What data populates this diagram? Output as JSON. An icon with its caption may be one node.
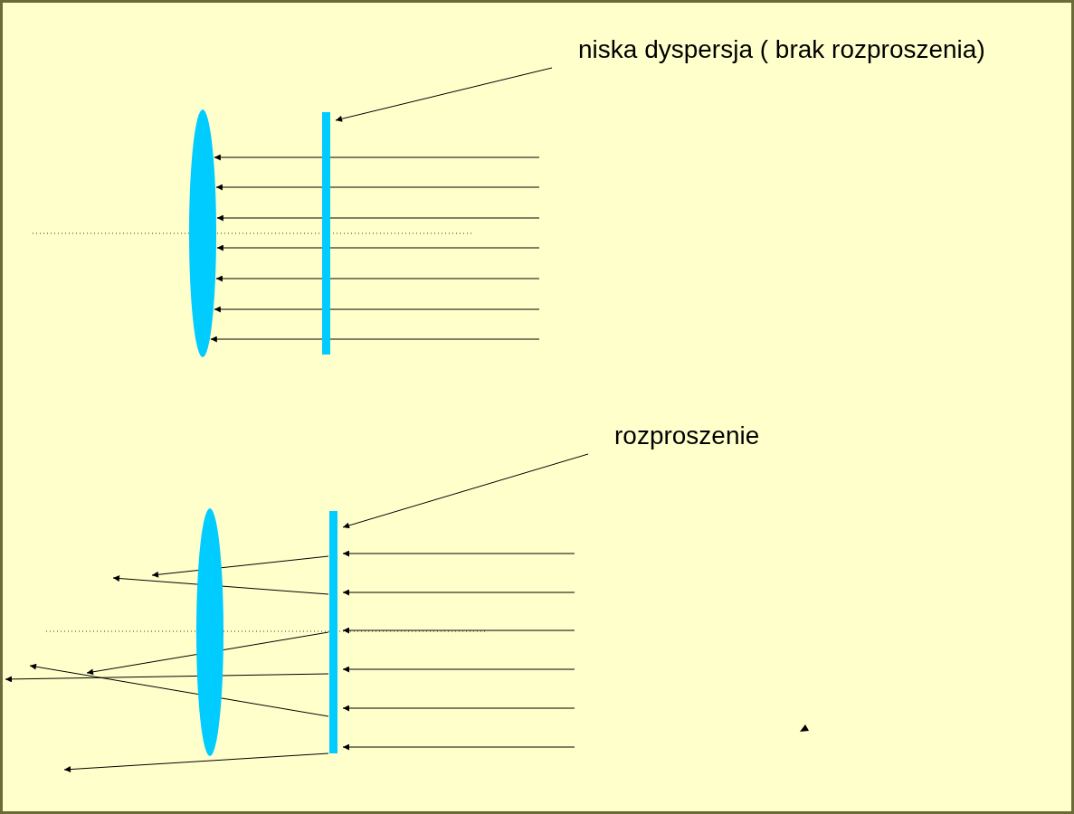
{
  "diagram": {
    "nodes": [
      {
        "text": [
          "niska dyspersja ( brak rozproszenia)"
        ]
      },
      {
        "text": [],
        "shape": "lens"
      },
      {
        "text": [],
        "shape": "bar"
      },
      {
        "text": [
          "rozproszenie"
        ]
      },
      {
        "text": [],
        "shape": "lens"
      },
      {
        "text": [],
        "shape": "bar"
      }
    ],
    "edges": [
      {
        "from": 0,
        "to": 2,
        "arrow": "to"
      },
      {
        "from": null,
        "to": 1,
        "arrow": "to"
      },
      {
        "from": null,
        "to": 1,
        "arrow": "to"
      },
      {
        "from": null,
        "to": 1,
        "arrow": "to"
      },
      {
        "from": null,
        "to": 1,
        "arrow": "to"
      },
      {
        "from": null,
        "to": 1,
        "arrow": "to"
      },
      {
        "from": null,
        "to": 1,
        "arrow": "to"
      },
      {
        "from": null,
        "to": 1,
        "arrow": "to"
      },
      {
        "from": 3,
        "to": 5,
        "arrow": "to"
      },
      {
        "from": null,
        "to": 5,
        "arrow": "to"
      },
      {
        "from": null,
        "to": 5,
        "arrow": "to"
      },
      {
        "from": null,
        "to": 5,
        "arrow": "to"
      },
      {
        "from": null,
        "to": 5,
        "arrow": "to"
      },
      {
        "from": null,
        "to": 5,
        "arrow": "to"
      },
      {
        "from": null,
        "to": 5,
        "arrow": "to"
      },
      {
        "from": 5,
        "to": null,
        "arrow": "to"
      },
      {
        "from": 5,
        "to": null,
        "arrow": "to"
      },
      {
        "from": 5,
        "to": null,
        "arrow": "to"
      },
      {
        "from": 5,
        "to": null,
        "arrow": "to"
      },
      {
        "from": 5,
        "to": null,
        "arrow": "to"
      },
      {
        "from": 5,
        "to": null,
        "arrow": "to"
      }
    ]
  }
}
